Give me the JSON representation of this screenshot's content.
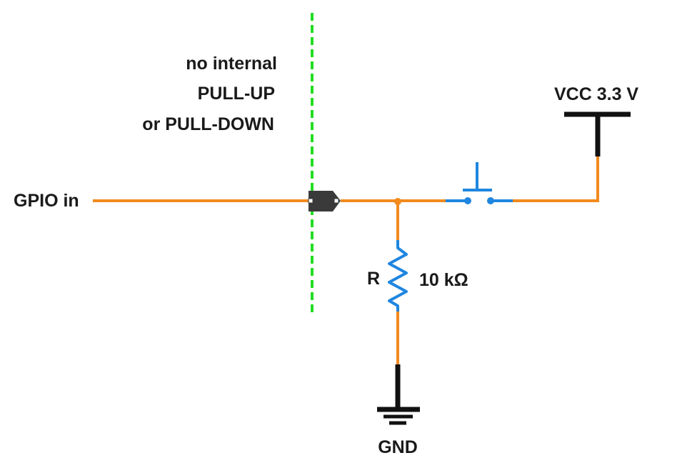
{
  "labels": {
    "gpio": "GPIO in",
    "note_line1": "no internal",
    "note_line2": "PULL-UP",
    "note_line3": "or PULL-DOWN",
    "vcc": "VCC 3.3 V",
    "resistor_name": "R",
    "resistor_value": "10 kΩ",
    "gnd": "GND"
  },
  "colors": {
    "wire": "#f28a1e",
    "component": "#1f86e0",
    "boundary": "#22dd22",
    "rail": "#111111",
    "pin": "#3a3a3a"
  },
  "icons": {
    "gpio_pin": "pin-connector-icon",
    "switch": "push-button-switch-icon",
    "resistor": "zigzag-resistor-icon",
    "ground": "ground-symbol-icon",
    "vcc": "supply-rail-icon"
  }
}
